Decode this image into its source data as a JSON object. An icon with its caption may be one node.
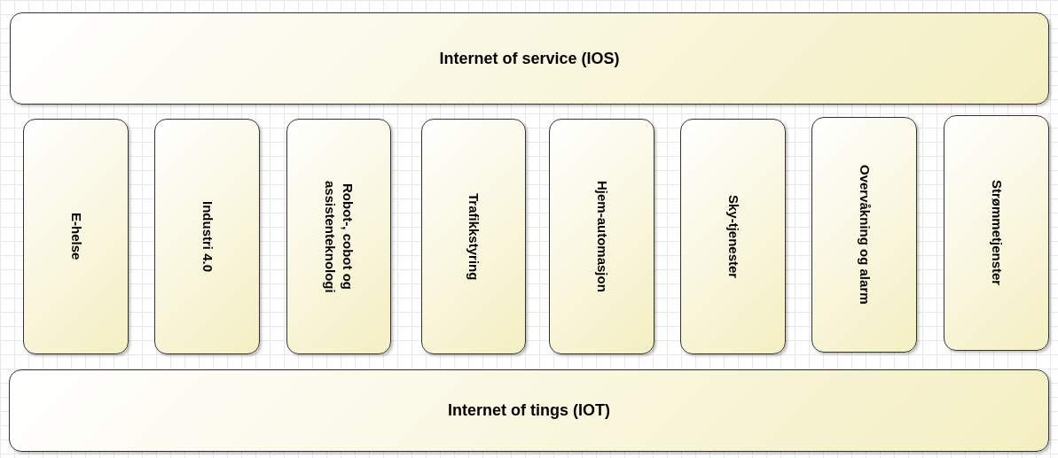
{
  "diagram": {
    "nodes": [
      {
        "text": [
          "Internet of service (IOS)"
        ]
      },
      {
        "text": [
          "E-helse"
        ]
      },
      {
        "text": [
          "Industri 4.0"
        ]
      },
      {
        "text": [
          "Robot-, cobot og assistenteknologi"
        ]
      },
      {
        "text": [
          "Trafikkstyring"
        ]
      },
      {
        "text": [
          "Hjem-automasjon"
        ]
      },
      {
        "text": [
          "Sky-tjenester"
        ]
      },
      {
        "text": [
          "Overvåkning og alarm"
        ]
      },
      {
        "text": [
          "Strømmetjenster"
        ]
      },
      {
        "text": [
          "Internet of tings (IOT)"
        ]
      }
    ]
  }
}
